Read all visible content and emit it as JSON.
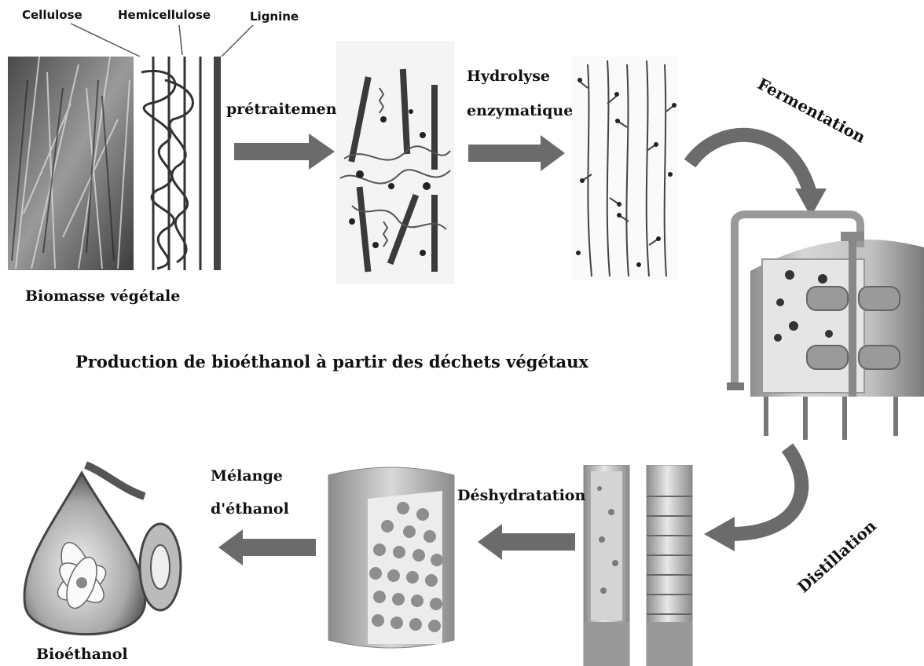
{
  "labels": {
    "cellulose": "Cellulose",
    "hemicellulose": "Hemicellulose",
    "lignine": "Lignine",
    "biomasse": "Biomasse végétale",
    "pretraitement": "prétraitement",
    "hydrolyse_line1": "Hydrolyse",
    "hydrolyse_line2": "enzymatique",
    "fermentation": "Fermentation",
    "title": "Production de bioéthanol à partir des déchets végétaux",
    "distillation": "Distillation",
    "deshydratation": "Déshydratation",
    "melange_line1": "Mélange",
    "melange_line2": "d'éthanol",
    "bioethanol": "Bioéthanol"
  },
  "colors": {
    "arrow": "#6b6b6b",
    "fiber_dark": "#3a3a3a",
    "tank_grey": "#a9a9a9",
    "text": "#111111"
  }
}
